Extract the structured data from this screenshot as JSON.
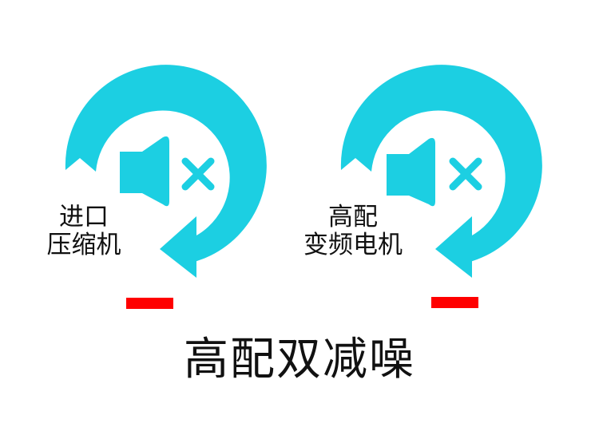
{
  "colors": {
    "ring": "#1ccfe2",
    "accent_bar": "#ff0000",
    "text": "#111111",
    "background": "#ffffff"
  },
  "panels": [
    {
      "icon": "mute-speaker-in-rotating-arrow-icon",
      "label_lines": [
        "进口",
        "压缩机"
      ]
    },
    {
      "icon": "mute-speaker-in-rotating-arrow-icon",
      "label_lines": [
        "高配",
        "变频电机"
      ]
    }
  ],
  "headline": "高配双减噪"
}
